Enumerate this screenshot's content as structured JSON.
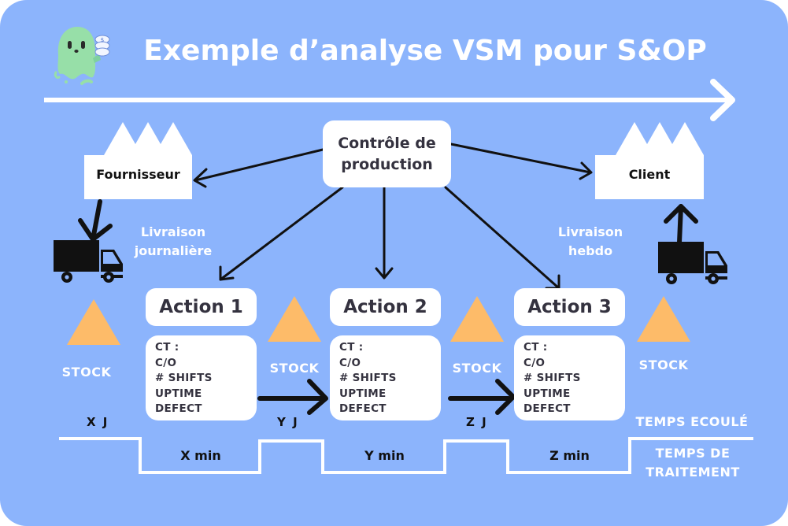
{
  "title": "Exemple d’analyse VSM pour S&OP",
  "colors": {
    "background": "#8cb4fc",
    "box": "#ffffff",
    "box_text": "#34323f",
    "stock_triangle": "#fdbb69",
    "mascot": "#97dfa8",
    "arrows": "#111111"
  },
  "mascot": {
    "icon": "ghost-mascot-icon",
    "holding": "coins-icon"
  },
  "timeline_arrow": {
    "icon": "arrow-right-icon"
  },
  "supplier": {
    "label": "Fournisseur",
    "icon": "factory-icon"
  },
  "client": {
    "label": "Client",
    "icon": "factory-icon"
  },
  "control": {
    "line1": "Contrôle de",
    "line2": "production"
  },
  "delivery_in": {
    "line1": "Livraison",
    "line2": "journalière",
    "icon": "truck-icon"
  },
  "delivery_out": {
    "line1": "Livraison",
    "line2": "hebdo",
    "icon": "truck-icon"
  },
  "actions": [
    {
      "title": "Action 1",
      "metrics": [
        "CT :",
        "C/O",
        "# SHIFTS",
        "UPTIME",
        "DEFECT"
      ]
    },
    {
      "title": "Action 2",
      "metrics": [
        "CT :",
        "C/O",
        "# SHIFTS",
        "UPTIME",
        "DEFECT"
      ]
    },
    {
      "title": "Action 3",
      "metrics": [
        "CT :",
        "C/O",
        "# SHIFTS",
        "UPTIME",
        "DEFECT"
      ]
    }
  ],
  "stocks": [
    {
      "label": "STOCK",
      "icon": "stock-triangle-icon"
    },
    {
      "label": "STOCK",
      "icon": "stock-triangle-icon"
    },
    {
      "label": "STOCK",
      "icon": "stock-triangle-icon"
    },
    {
      "label": "STOCK",
      "icon": "stock-triangle-icon"
    }
  ],
  "waiting_times": [
    "X J",
    "Y J",
    "Z J"
  ],
  "processing_times": [
    "X min",
    "Y min",
    "Z min"
  ],
  "legend": {
    "elapsed": "TEMPS ECOULÉ",
    "processing_line1": "TEMPS DE",
    "processing_line2": "TRAITEMENT"
  }
}
